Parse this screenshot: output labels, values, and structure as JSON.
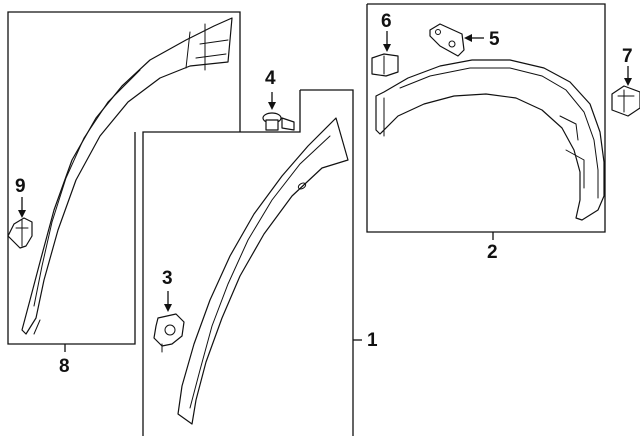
{
  "diagram": {
    "callouts": {
      "c1": "1",
      "c2": "2",
      "c3": "3",
      "c4": "4",
      "c5": "5",
      "c6": "6",
      "c7": "7",
      "c8": "8",
      "c9": "9"
    }
  },
  "colors": {
    "line": "#111111",
    "background": "#ffffff"
  }
}
